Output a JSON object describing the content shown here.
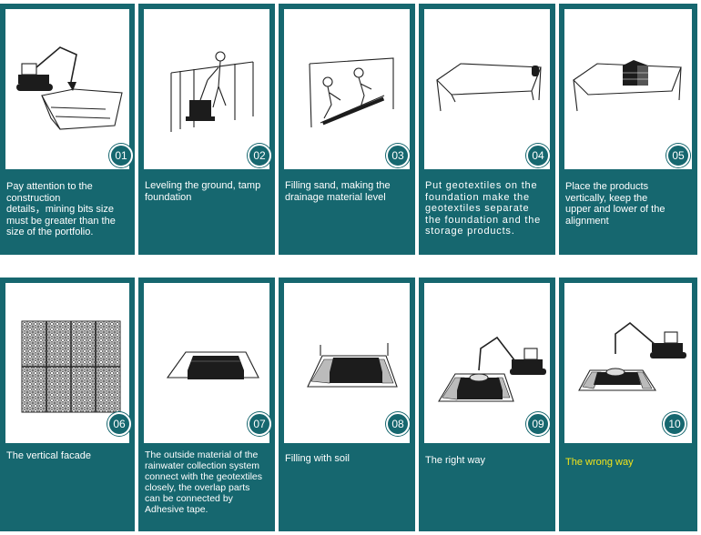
{
  "colors": {
    "card_bg": "#16676f",
    "wrong_way_text": "#f2e41a"
  },
  "steps": [
    {
      "number": "01",
      "caption": "Pay attention to the\nconstruction\ndetails，mining bits size\nmust be greater than the\nsize of the portfolio."
    },
    {
      "number": "02",
      "caption": "Leveling the ground, tamp\nfoundation"
    },
    {
      "number": "03",
      "caption": "Filling sand, making the\ndrainage material level"
    },
    {
      "number": "04",
      "caption": "Put geotextiles on the\nfoundation make the\ngeotextiles separate\nthe foundation and the\nstorage products."
    },
    {
      "number": "05",
      "caption": "Place the products\nvertically, keep the\nupper and lower of the\nalignment"
    },
    {
      "number": "06",
      "caption": "The vertical facade"
    },
    {
      "number": "07",
      "caption": "The outside material of the\nrainwater collection system\nconnect with the geotextiles\nclosely, the overlap parts\ncan be connected by\nAdhesive tape."
    },
    {
      "number": "08",
      "caption": "Filling with soil"
    },
    {
      "number": "09",
      "caption": "The right way"
    },
    {
      "number": "10",
      "caption": "The wrong way"
    }
  ]
}
